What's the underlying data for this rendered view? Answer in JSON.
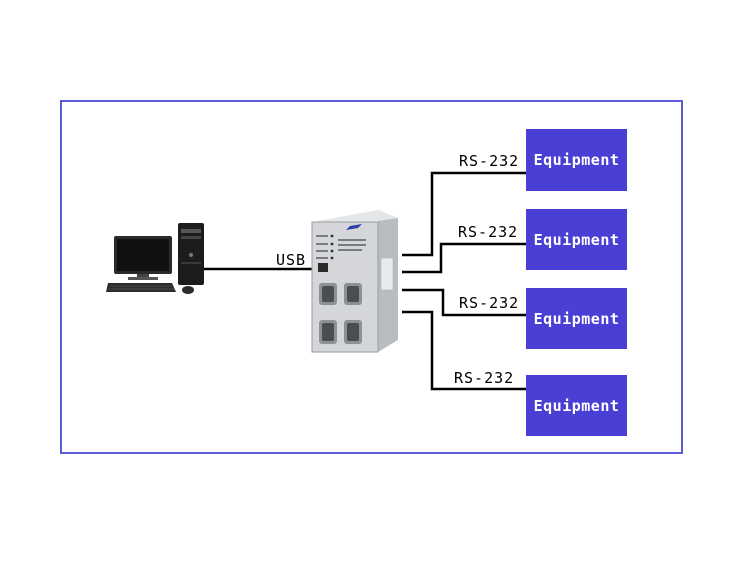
{
  "diagram": {
    "link_usb": "USB",
    "links": [
      {
        "protocol": "RS-232",
        "target": "Equipment"
      },
      {
        "protocol": "RS-232",
        "target": "Equipment"
      },
      {
        "protocol": "RS-232",
        "target": "Equipment"
      },
      {
        "protocol": "RS-232",
        "target": "Equipment"
      }
    ],
    "colors": {
      "frame": "#5b5bd6",
      "equipment_fill": "#4a3fd4",
      "equipment_text": "#ffffff",
      "wire": "#000000"
    },
    "icons": [
      "desktop-computer-icon",
      "usb-serial-converter-icon"
    ]
  }
}
